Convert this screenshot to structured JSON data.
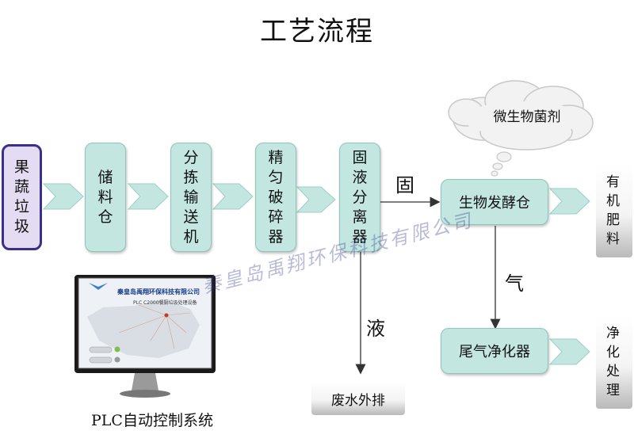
{
  "title": "工艺流程",
  "steps": [
    {
      "label": "果蔬垃圾"
    },
    {
      "label": "储料仓"
    },
    {
      "label": "分拣输送机"
    },
    {
      "label": "精匀破碎器"
    },
    {
      "label": "固液分离器"
    }
  ],
  "fermentation_bin": "生物发酵仓",
  "exhaust_purifier": "尾气净化器",
  "microbial_agent": "微生物菌剂",
  "outputs": {
    "organic_fertilizer": "有机肥料",
    "purification": "净化处理",
    "wastewater": "废水外排"
  },
  "branch_labels": {
    "solid": "固",
    "liquid": "液",
    "gas": "气"
  },
  "plc": {
    "caption": "PLC自动控制系统",
    "screen_company": "秦皇岛禹翔环保科技有限公司",
    "screen_subtitle": "PLC C2000餐厨垃圾处理设备"
  },
  "watermark": "秦皇岛禹翔环保科技有限公司",
  "colors": {
    "teal_box": "#c3e6e0",
    "purple_box": "#e3dcf2",
    "purple_border": "#3b2f8a",
    "chevron": "#c3e6e0"
  }
}
